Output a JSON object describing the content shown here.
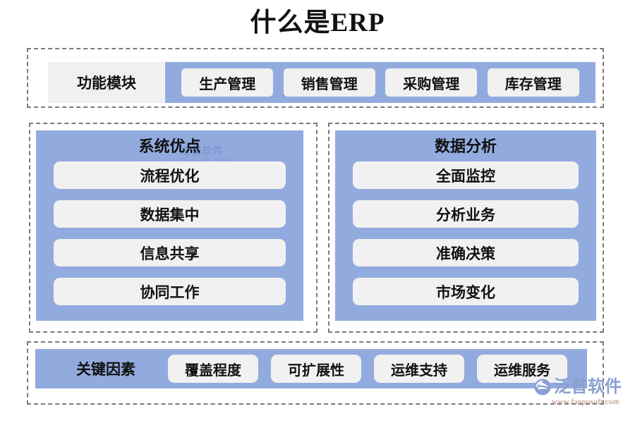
{
  "title": "什么是ERP",
  "accent_blue": "#92ABDF",
  "pill_gray": "#F1F1F1",
  "dash_border": "#7B7B7B",
  "sections": {
    "modules": {
      "label": "功能模块",
      "items": [
        {
          "label": "生产管理"
        },
        {
          "label": "销售管理"
        },
        {
          "label": "采购管理"
        },
        {
          "label": "库存管理"
        }
      ]
    },
    "strengths": {
      "heading": "系统优点",
      "items": [
        {
          "label": "流程优化"
        },
        {
          "label": "数据集中"
        },
        {
          "label": "信息共享"
        },
        {
          "label": "协同工作"
        }
      ]
    },
    "analytics": {
      "heading": "数据分析",
      "items": [
        {
          "label": "全面监控"
        },
        {
          "label": "分析业务"
        },
        {
          "label": "准确决策"
        },
        {
          "label": "市场变化"
        }
      ]
    },
    "factors": {
      "label": "关键因素",
      "items": [
        {
          "label": "覆盖程度"
        },
        {
          "label": "可扩展性"
        },
        {
          "label": "运维支持"
        },
        {
          "label": "运维服务"
        }
      ]
    }
  },
  "watermark": {
    "main": "泛普软件",
    "sub": "FANPU SOFTWARE"
  },
  "logo": {
    "name": "泛普软件",
    "url": "www.fanpusoft.com"
  }
}
